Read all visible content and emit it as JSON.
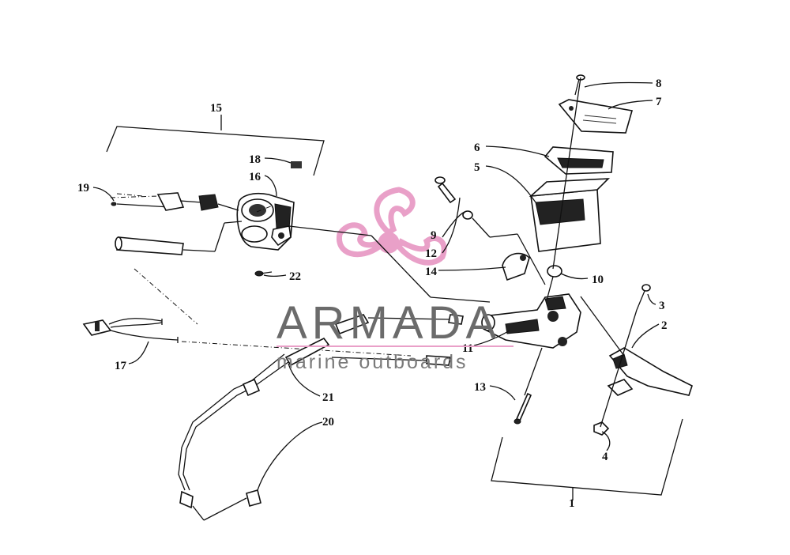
{
  "watermark": {
    "title": "ARMADA",
    "subtitle": "marine outboards",
    "logo_color": "#e9a0c8",
    "text_color": "#6b6b6b"
  },
  "callouts": [
    {
      "id": "1",
      "label": "1"
    },
    {
      "id": "2",
      "label": "2"
    },
    {
      "id": "3",
      "label": "3"
    },
    {
      "id": "4",
      "label": "4"
    },
    {
      "id": "5",
      "label": "5"
    },
    {
      "id": "6",
      "label": "6"
    },
    {
      "id": "7",
      "label": "7"
    },
    {
      "id": "8",
      "label": "8"
    },
    {
      "id": "9",
      "label": "9"
    },
    {
      "id": "10",
      "label": "10"
    },
    {
      "id": "11",
      "label": "11"
    },
    {
      "id": "12",
      "label": "12"
    },
    {
      "id": "13",
      "label": "13"
    },
    {
      "id": "14",
      "label": "14"
    },
    {
      "id": "15",
      "label": "15"
    },
    {
      "id": "16",
      "label": "16"
    },
    {
      "id": "17",
      "label": "17"
    },
    {
      "id": "18",
      "label": "18"
    },
    {
      "id": "19",
      "label": "19"
    },
    {
      "id": "20",
      "label": "20"
    },
    {
      "id": "21",
      "label": "21"
    },
    {
      "id": "22",
      "label": "22"
    }
  ]
}
